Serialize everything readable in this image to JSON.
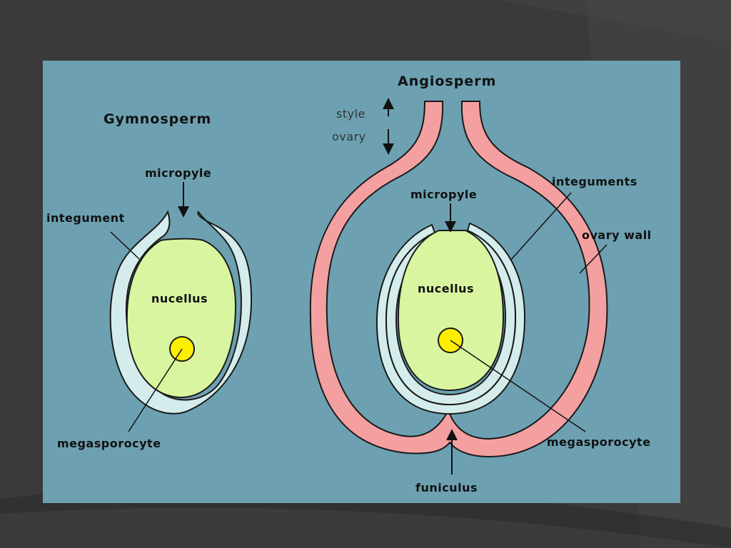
{
  "colors": {
    "slide_background": "#3a3a3a",
    "panel_background": "#6da1b1",
    "integument": "#d4ecec",
    "nucellus": "#d9f5a0",
    "megasporocyte": "#ffee00",
    "ovary_wall": "#f4a0a0",
    "outline": "#1a1a1a"
  },
  "gymnosperm": {
    "title": "Gymnosperm",
    "labels": {
      "micropyle": "micropyle",
      "integument": "integument",
      "nucellus": "nucellus",
      "megasporocyte": "megasporocyte"
    }
  },
  "angiosperm": {
    "title": "Angiosperm",
    "labels": {
      "style": "style",
      "ovary": "ovary",
      "micropyle": "micropyle",
      "integuments": "integuments",
      "ovary_wall": "ovary wall",
      "nucellus": "nucellus",
      "megasporocyte": "megasporocyte",
      "funiculus": "funiculus"
    }
  }
}
